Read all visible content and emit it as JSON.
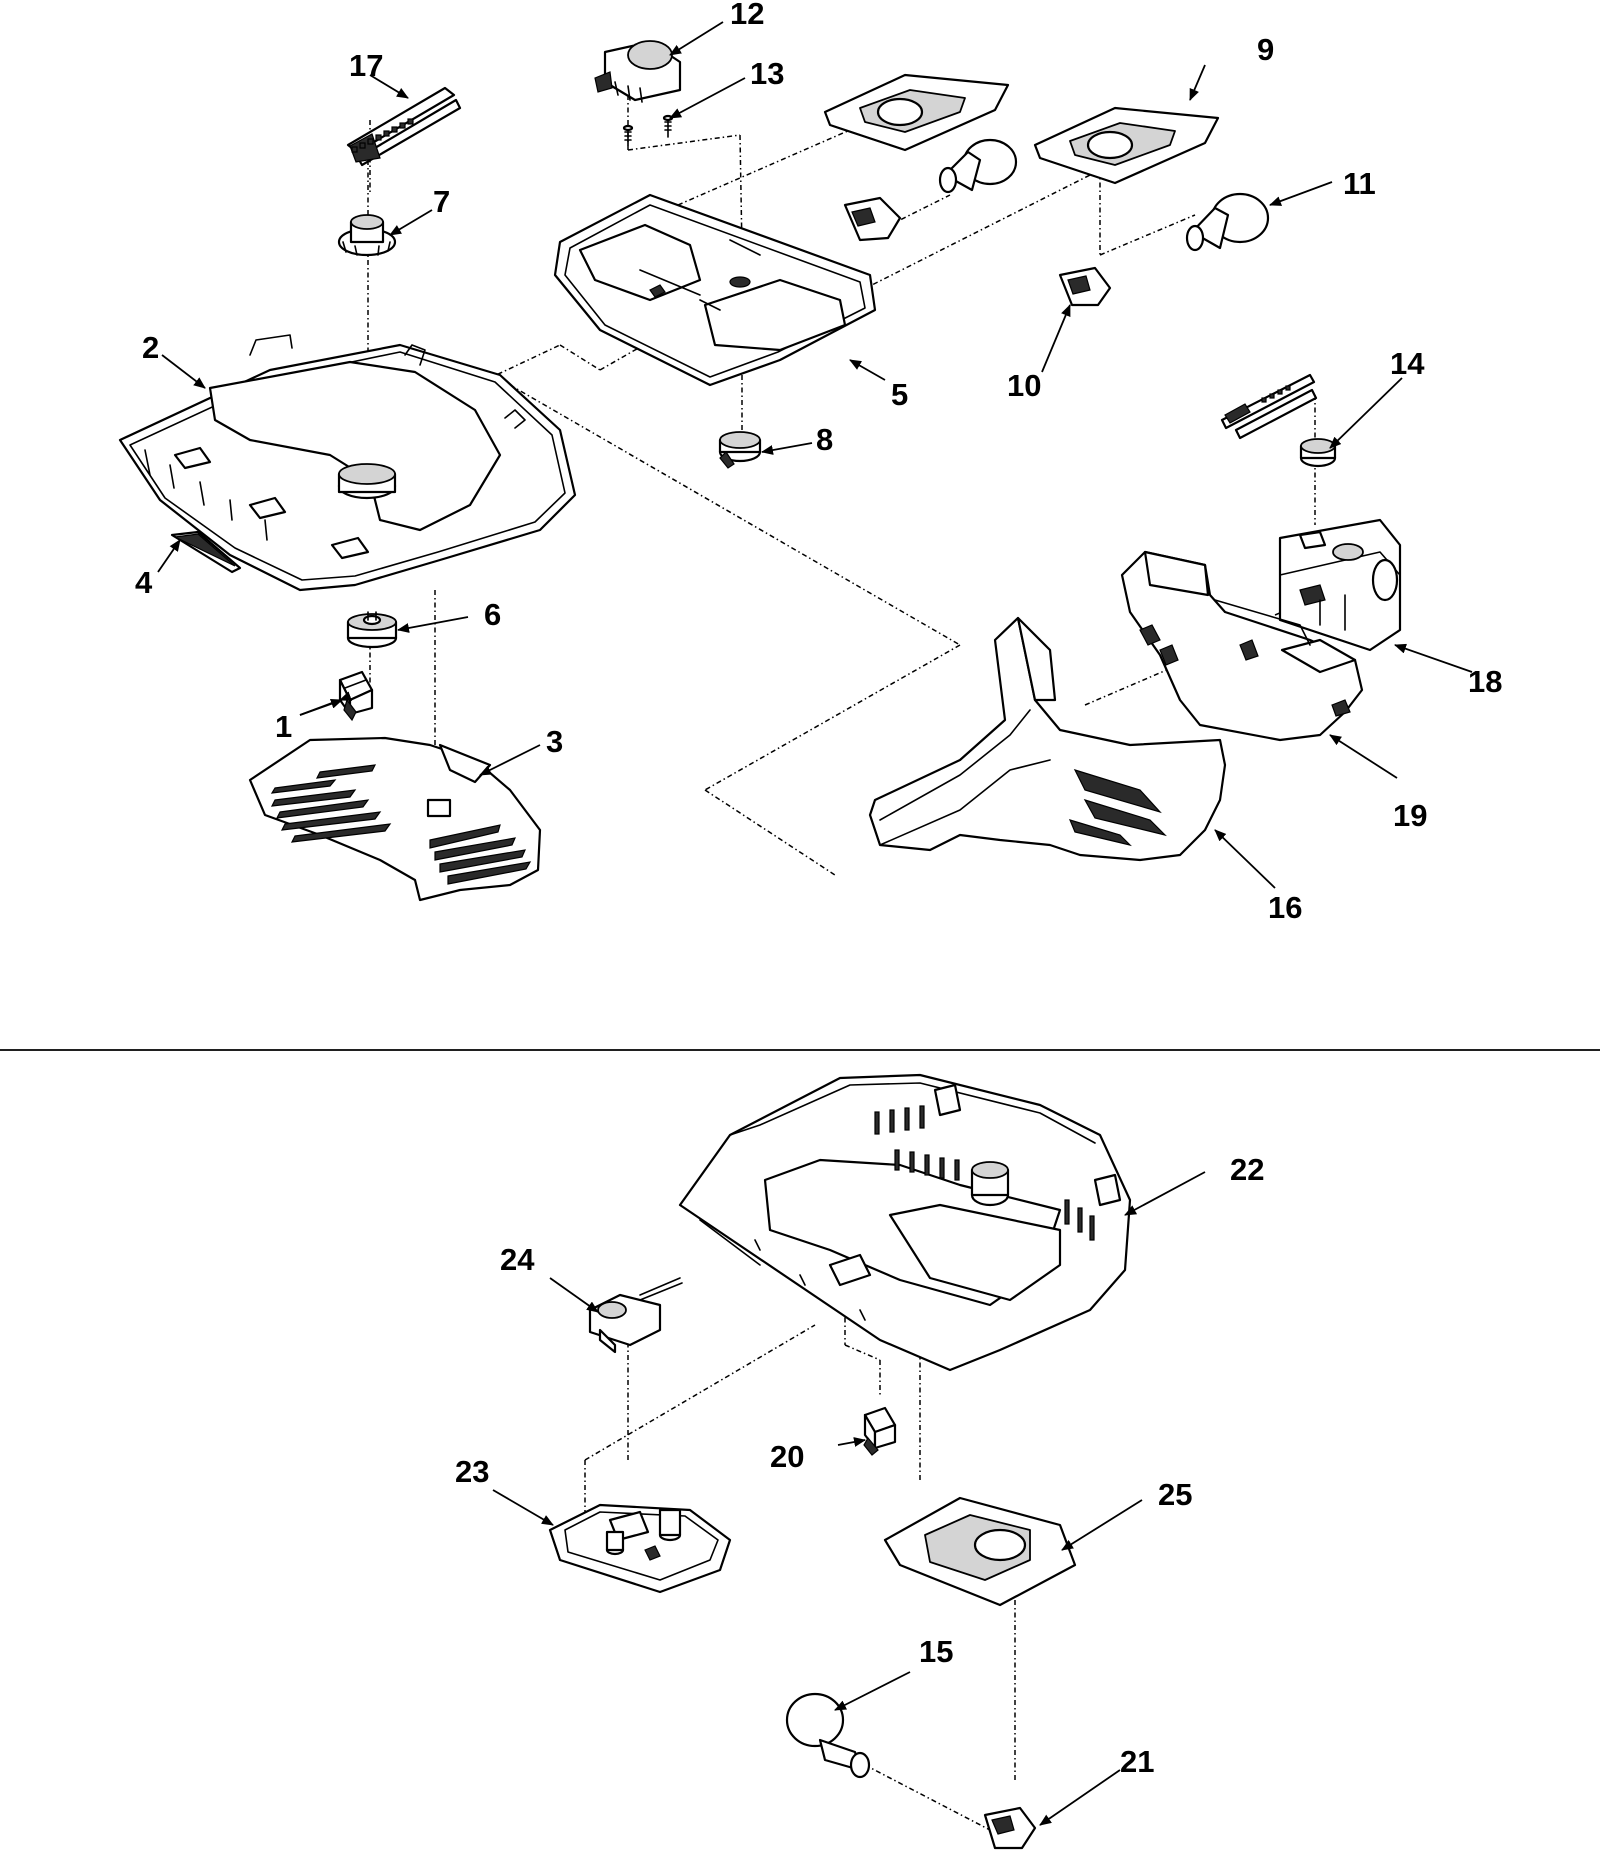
{
  "diagram": {
    "callouts": [
      {
        "id": "1",
        "label": "1"
      },
      {
        "id": "2",
        "label": "2"
      },
      {
        "id": "3",
        "label": "3"
      },
      {
        "id": "4",
        "label": "4"
      },
      {
        "id": "5",
        "label": "5"
      },
      {
        "id": "6",
        "label": "6"
      },
      {
        "id": "7",
        "label": "7"
      },
      {
        "id": "8",
        "label": "8"
      },
      {
        "id": "9",
        "label": "9"
      },
      {
        "id": "10",
        "label": "10"
      },
      {
        "id": "11",
        "label": "11"
      },
      {
        "id": "12",
        "label": "12"
      },
      {
        "id": "13",
        "label": "13"
      },
      {
        "id": "14",
        "label": "14"
      },
      {
        "id": "15",
        "label": "15"
      },
      {
        "id": "16",
        "label": "16"
      },
      {
        "id": "17",
        "label": "17"
      },
      {
        "id": "18",
        "label": "18"
      },
      {
        "id": "19",
        "label": "19"
      },
      {
        "id": "20",
        "label": "20"
      },
      {
        "id": "21",
        "label": "21"
      },
      {
        "id": "22",
        "label": "22"
      },
      {
        "id": "23",
        "label": "23"
      },
      {
        "id": "24",
        "label": "24"
      },
      {
        "id": "25",
        "label": "25"
      }
    ]
  }
}
